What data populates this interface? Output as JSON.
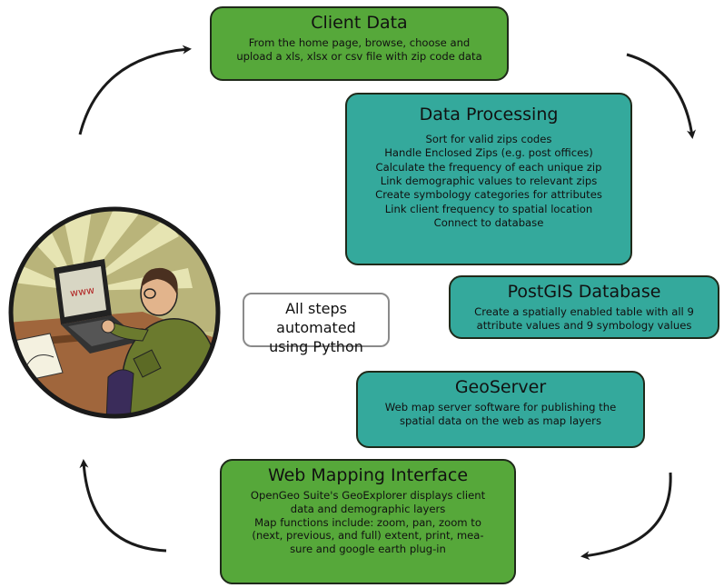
{
  "client_data": {
    "title": "Client Data",
    "lines": [
      "From the home page, browse, choose and",
      "upload a xls, xlsx or csv file with zip code data"
    ]
  },
  "data_processing": {
    "title": "Data Processing",
    "lines": [
      "Sort for valid zips codes",
      "Handle Enclosed Zips (e.g. post offices)",
      "Calculate the frequency of each unique zip",
      "Link demographic values to relevant zips",
      "Create symbology categories for attributes",
      "Link client frequency to spatial location",
      "Connect to database"
    ]
  },
  "postgis": {
    "title": "PostGIS Database",
    "lines": [
      "Create a spatially enabled table with all 9",
      "attribute values and 9 symbology values"
    ]
  },
  "geoserver": {
    "title": "GeoServer",
    "lines": [
      "Web map server software for publishing the",
      "spatial data on the web as map layers"
    ]
  },
  "web_mapping": {
    "title": "Web Mapping Interface",
    "lines": [
      "OpenGeo Suite's GeoExplorer displays client",
      "data and  demographic layers",
      "Map functions include: zoom, pan, zoom to",
      "(next, previous, and full) extent, print, mea-",
      "sure and google earth plug-in"
    ]
  },
  "automated_label": {
    "line1": "All steps automated",
    "line2": "using Python"
  },
  "illustration": {
    "screen_text": "www"
  },
  "colors": {
    "green_box": "#56a83a",
    "teal_box": "#34a99c",
    "box_border": "#1f2a1a",
    "arrow": "#1a1a1a"
  }
}
